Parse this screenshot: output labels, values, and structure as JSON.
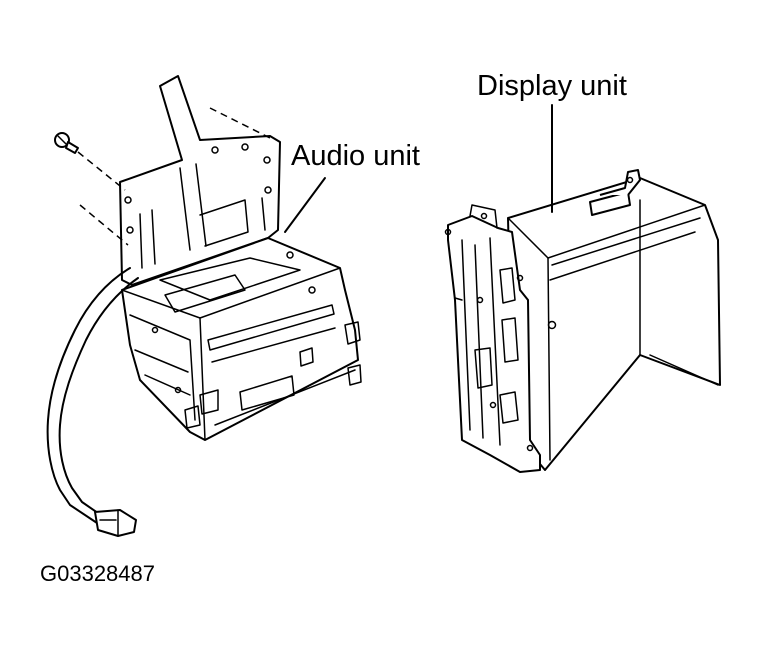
{
  "labels": {
    "audio_unit": "Audio unit",
    "display_unit": "Display unit",
    "figure_id": "G03328487"
  }
}
